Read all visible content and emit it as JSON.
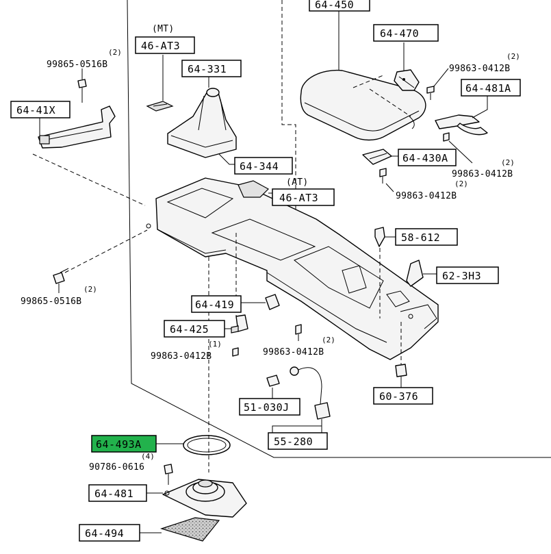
{
  "labels": {
    "p64_450": "64-450",
    "p64_470": "64-470",
    "p64_481A": "64-481A",
    "p64_430A": "64-430A",
    "p46_AT3_mt": "46-AT3",
    "p64_331": "64-331",
    "p64_344": "64-344",
    "p64_41X": "64-41X",
    "p46_AT3_at": "46-AT3",
    "p58_612": "58-612",
    "p62_3H3": "62-3H3",
    "p64_419": "64-419",
    "p64_425": "64-425",
    "p51_030J": "51-030J",
    "p55_280": "55-280",
    "p60_376": "60-376",
    "p64_493A": "64-493A",
    "p64_481": "64-481",
    "p64_494": "64-494"
  },
  "notes": {
    "mt": "(MT)",
    "at": "(AT)"
  },
  "part_numbers": {
    "pn_99865_top": "99865-0516B",
    "pn_99863_r1": "99863-0412B",
    "pn_99863_r2": "99863-0412B",
    "pn_99863_r3": "99863-0412B",
    "pn_99865_left": "99865-0516B",
    "pn_99863_mid_l": "99863-0412B",
    "pn_99863_mid_c": "99863-0412B",
    "pn_90786": "90786-0616"
  },
  "quantities": {
    "q_99865_top": "(2)",
    "q_99863_r1": "(2)",
    "q_99863_r2": "(2)",
    "q_99863_r3": "(2)",
    "q_99865_left": "(2)",
    "q_99863_mid_l": "(1)",
    "q_99863_mid_c": "(2)",
    "q_90786": "(4)"
  },
  "colors": {
    "highlight": "#22b24c",
    "line": "#000000",
    "background": "#ffffff"
  }
}
